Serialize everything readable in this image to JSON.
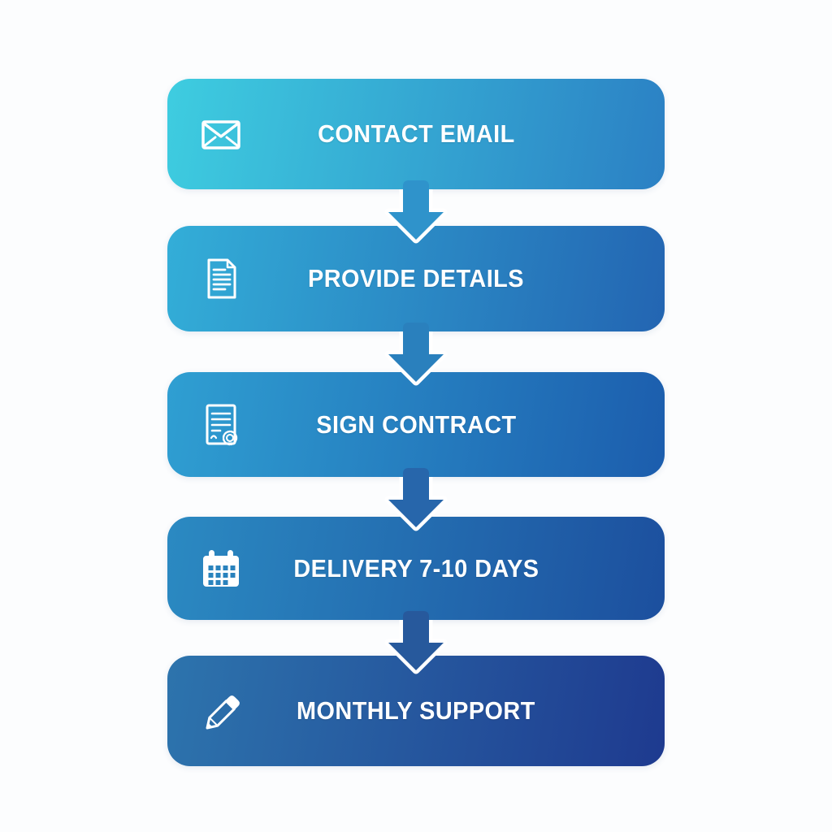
{
  "page": {
    "background_color": "#fcfdfe",
    "text_color": "#ffffff"
  },
  "flow": {
    "type": "vertical-process-flowchart",
    "steps": [
      {
        "label": "CONTACT EMAIL",
        "icon": "envelope-icon",
        "gradient_start": "#3ecde0",
        "gradient_end": "#2b80c4"
      },
      {
        "label": "PROVIDE DETAILS",
        "icon": "document-icon",
        "gradient_start": "#33aed8",
        "gradient_end": "#2365b2"
      },
      {
        "label": "SIGN CONTRACT",
        "icon": "contract-icon",
        "gradient_start": "#2f9fd2",
        "gradient_end": "#1c5dad"
      },
      {
        "label": "DELIVERY 7-10 DAYS",
        "icon": "calendar-icon",
        "gradient_start": "#2b8ac2",
        "gradient_end": "#1c4f9e"
      },
      {
        "label": "MONTHLY SUPPORT",
        "icon": "pencil-icon",
        "gradient_start": "#2d74ad",
        "gradient_end": "#1e3a8f"
      }
    ],
    "arrow_colors": [
      "#2f93cb",
      "#2a80bd",
      "#2766ab",
      "#27599c"
    ]
  }
}
